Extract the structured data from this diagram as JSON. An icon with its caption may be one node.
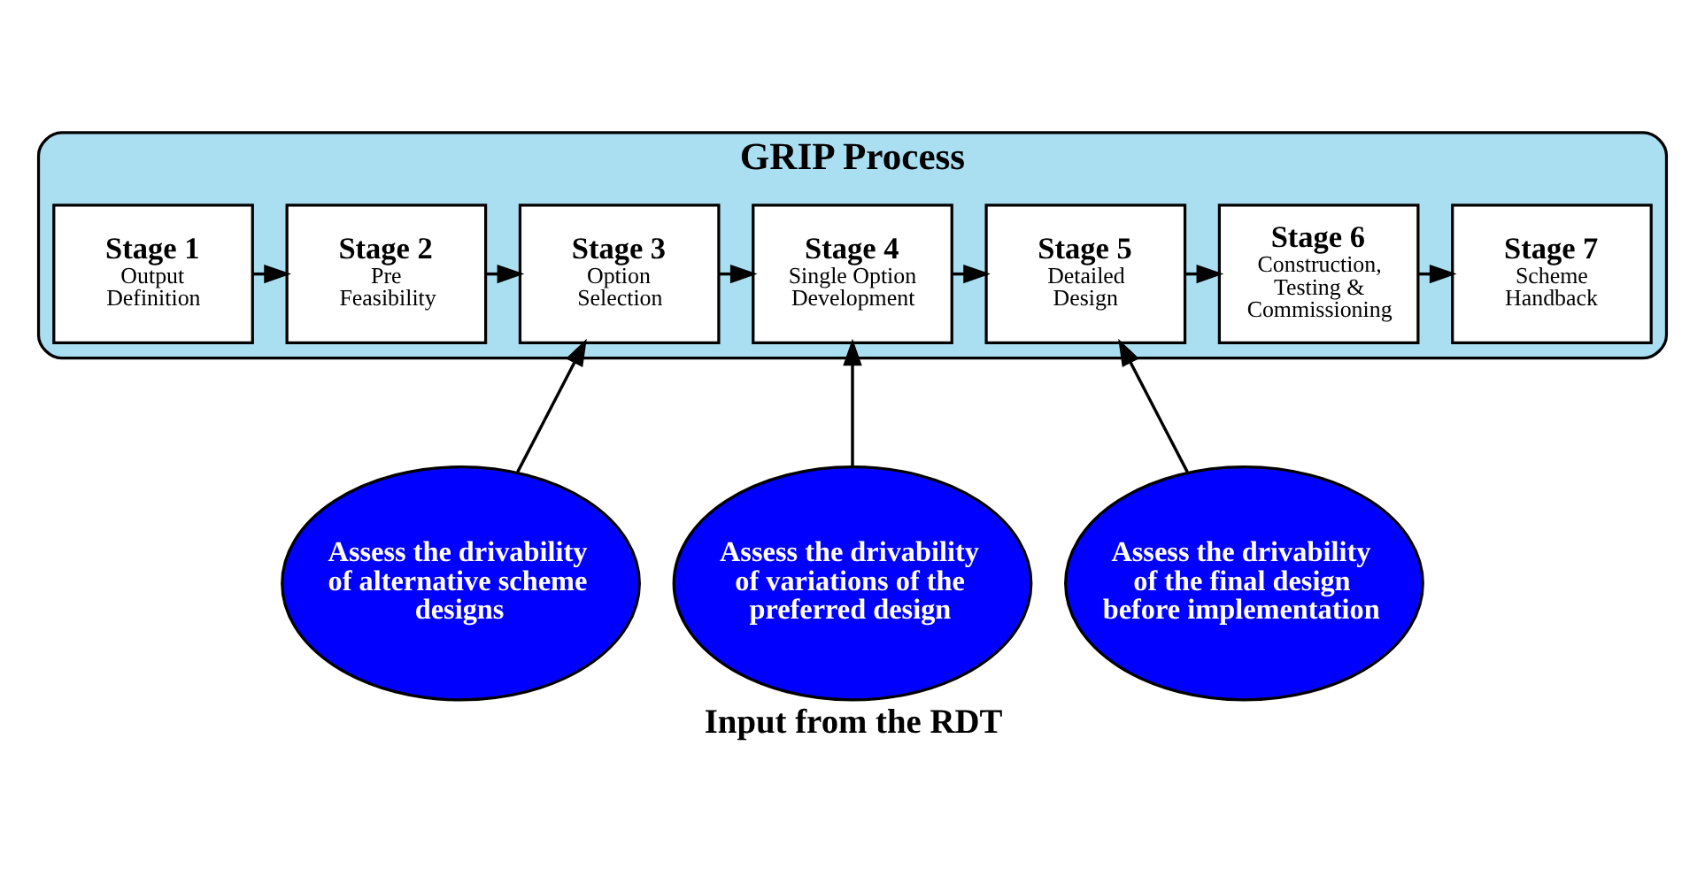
{
  "diagram": {
    "caption": "Input from the RDT",
    "nodes": [
      {
        "text": [
          "GRIP Process"
        ]
      },
      {
        "text": [
          "Stage 1",
          "Output Definition"
        ],
        "in": 0
      },
      {
        "text": [
          "Stage 2",
          "Pre Feasibility"
        ],
        "in": 0
      },
      {
        "text": [
          "Stage 3",
          "Option Selection"
        ],
        "in": 0
      },
      {
        "text": [
          "Stage 4",
          "Single Option Development"
        ],
        "in": 0
      },
      {
        "text": [
          "Stage 5",
          "Detailed Design"
        ],
        "in": 0
      },
      {
        "text": [
          "Stage 6",
          "Construction, Testing & Commissioning"
        ],
        "in": 0
      },
      {
        "text": [
          "Stage 7",
          "Scheme Handback"
        ],
        "in": 0
      },
      {
        "text": [
          "Assess the drivability of alternative scheme designs"
        ]
      },
      {
        "text": [
          "Assess the drivability of variations of the preferred design"
        ]
      },
      {
        "text": [
          "Assess the drivability of the final design before implementation"
        ]
      }
    ],
    "edges": [
      {
        "from": 1,
        "to": 2,
        "arrow": "to"
      },
      {
        "from": 2,
        "to": 3,
        "arrow": "to"
      },
      {
        "from": 3,
        "to": 4,
        "arrow": "to"
      },
      {
        "from": 4,
        "to": 5,
        "arrow": "to"
      },
      {
        "from": 5,
        "to": 6,
        "arrow": "to"
      },
      {
        "from": 6,
        "to": 7,
        "arrow": "to"
      },
      {
        "from": 8,
        "to": 3,
        "arrow": "to"
      },
      {
        "from": 9,
        "to": 4,
        "arrow": "to"
      },
      {
        "from": 10,
        "to": 5,
        "arrow": "to"
      }
    ]
  }
}
